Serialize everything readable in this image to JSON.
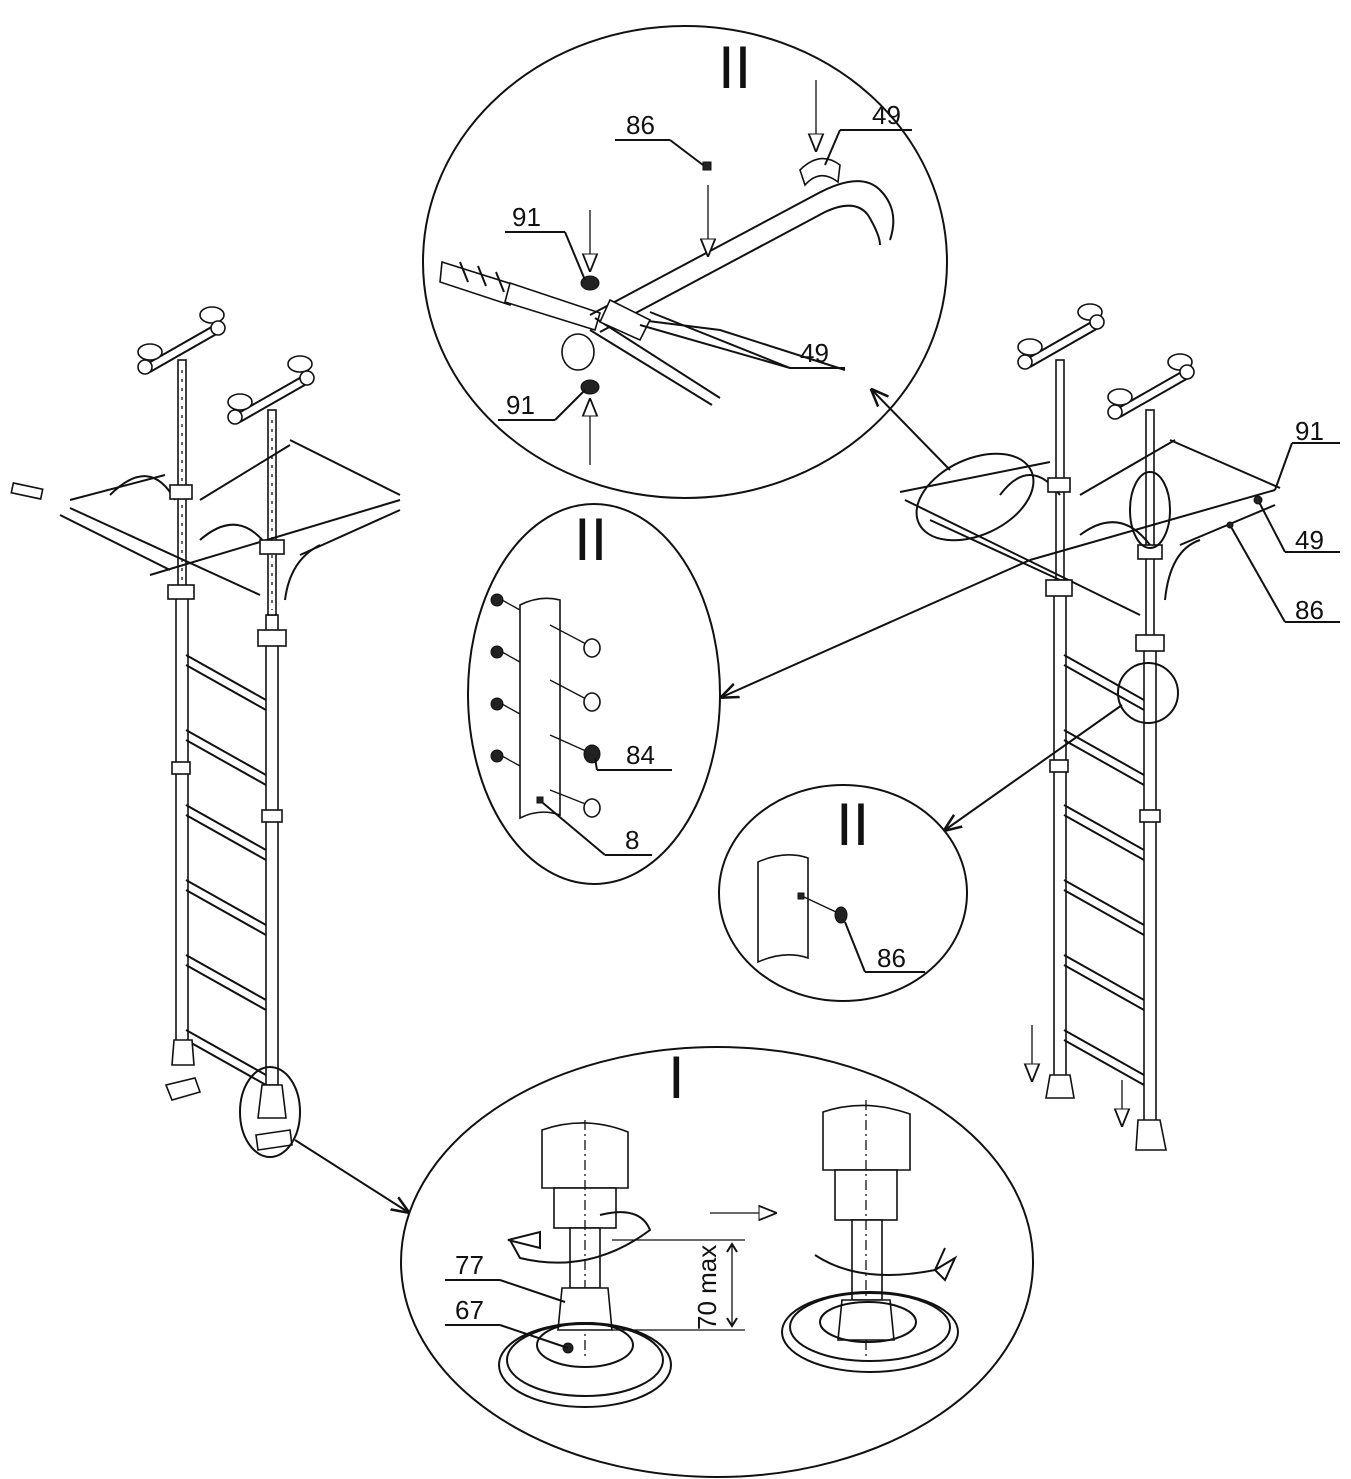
{
  "detail_top": {
    "roman": "II",
    "labels": {
      "part86": "86",
      "part49_top": "49",
      "part91_top": "91",
      "part49_mid": "49",
      "part91_bottom": "91"
    }
  },
  "detail_mid_left": {
    "roman": "II",
    "labels": {
      "part84": "84",
      "part8": "8"
    }
  },
  "detail_mid_right": {
    "roman": "II",
    "labels": {
      "part86": "86"
    }
  },
  "detail_bottom": {
    "roman": "I",
    "labels": {
      "part77": "77",
      "part67": "67",
      "max_dimension": "70 max"
    }
  },
  "right_assembly": {
    "labels": {
      "part91": "91",
      "part49": "49",
      "part86": "86"
    }
  }
}
